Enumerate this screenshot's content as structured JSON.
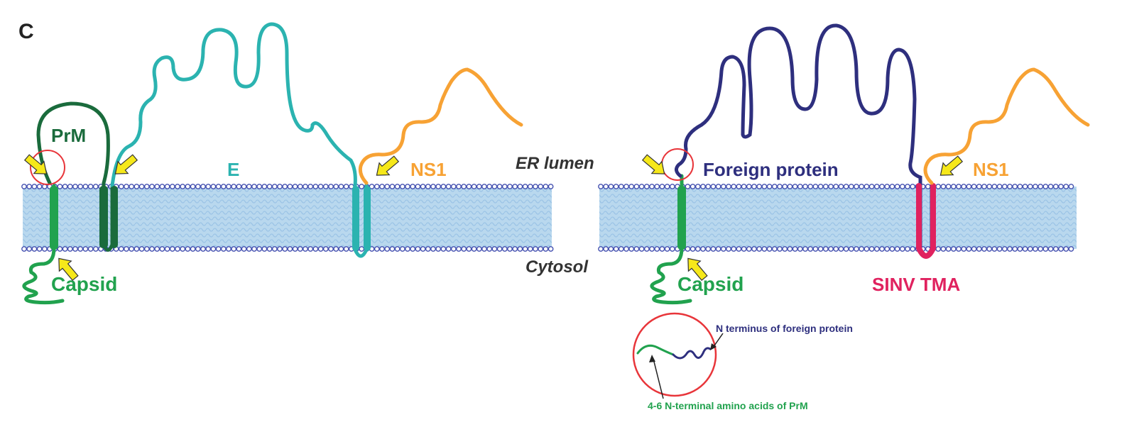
{
  "panel_label": "C",
  "compartments": {
    "lumen": "ER lumen",
    "cytosol": "Cytosol"
  },
  "left_construct": {
    "prm": "PrM",
    "e": "E",
    "ns1": "NS1",
    "capsid": "Capsid"
  },
  "right_construct": {
    "foreign": "Foreign protein",
    "ns1": "NS1",
    "capsid": "Capsid",
    "sinv": "SINV TMA"
  },
  "inset": {
    "n_terminus": "N terminus of foreign protein",
    "prm_residues": "4-6 N-terminal amino acids of PrM"
  },
  "colors": {
    "prm": "#1a6b3c",
    "capsid": "#21a24e",
    "e": "#2bb3b0",
    "ns1": "#f7a234",
    "foreign": "#2e2f7e",
    "sinv": "#e0225f",
    "membrane_bead": "#4450b0",
    "membrane_fill": "#b7d7ee",
    "circle": "#e8353a",
    "arrow": "#f6e81a"
  }
}
